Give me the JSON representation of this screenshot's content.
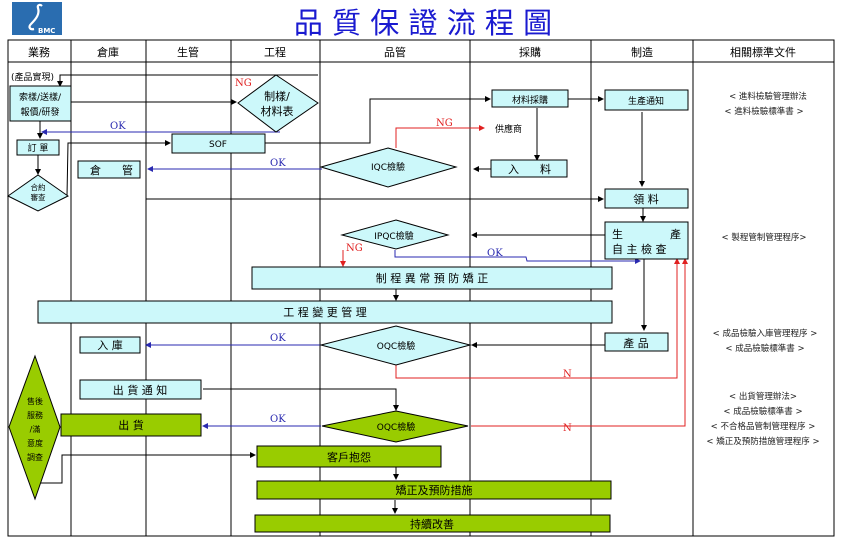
{
  "logo": {
    "text": "BMC",
    "icon": "integral-s-logo-icon",
    "bg_color": "#2a6db0"
  },
  "title": "品 質 保 證 流 程 圖",
  "colors": {
    "box_fill": "#ccf8fa",
    "green_fill": "#99cc00",
    "title_color": "#1a1ad0",
    "ok_color": "#2a2ab0",
    "ng_color": "#e02020",
    "line_color": "#000000"
  },
  "lanes": [
    "業務",
    "倉庫",
    "生管",
    "工程",
    "品管",
    "採購",
    "制造",
    "相關標準文件"
  ],
  "nodes": {
    "product_realization": "(產品實現)",
    "quote_dev_line1": "索樣/送樣/",
    "quote_dev_line2": "報價/研發",
    "order": "訂 單",
    "contract_review_line1": "合約",
    "contract_review_line2": "審查",
    "bom_line1": "制樣/",
    "bom_line2": "材料表",
    "sof": "SOF",
    "warehouse_mgmt_a": "倉",
    "warehouse_mgmt_b": "管",
    "material_purchase": "材料採購",
    "production_notice": "生產通知",
    "supplier": "供應商",
    "iqc": "IQC檢驗",
    "incoming_a": "入",
    "incoming_b": "料",
    "material_issue": "領 料",
    "self_check_line1_a": "生",
    "self_check_line1_b": "產",
    "self_check_line2": "自 主 檢 查",
    "ipqc": "IPQC檢驗",
    "process_correction": "制 程 異 常 預 防 矯 正",
    "engineering_change": "工   程   變   更   管   理",
    "oqc_1": "OQC檢驗",
    "stock_in": "入   庫",
    "product": "產     品",
    "shipping_notice": "出 貨 通 知",
    "shipping": "出    貨",
    "oqc_2": "OQC檢驗",
    "after_sales_lines": [
      "售後",
      "服務",
      "/滿",
      "意度",
      "調查"
    ],
    "customer_complaint": "客戶抱怨",
    "corrective_action": "矯正及預防措施",
    "continuous_improvement": "持續改善"
  },
  "edge_labels": {
    "ng": "NG",
    "ok": "OK",
    "n": "N"
  },
  "documents": {
    "group1": [
      "< 進料檢驗管理辦法",
      "< 進料檢驗標準書 >"
    ],
    "group2": [
      "< 製程管制管理程序>"
    ],
    "group3": [
      "< 成品檢驗入庫管理程序 >",
      "< 成品檢驗標準書 >"
    ],
    "group4": [
      "< 出貨管理辦法>",
      "< 成品檢驗標準書 >",
      "< 不合格品管制管理程序 >",
      "< 矯正及預防措施管理程序 >"
    ]
  }
}
